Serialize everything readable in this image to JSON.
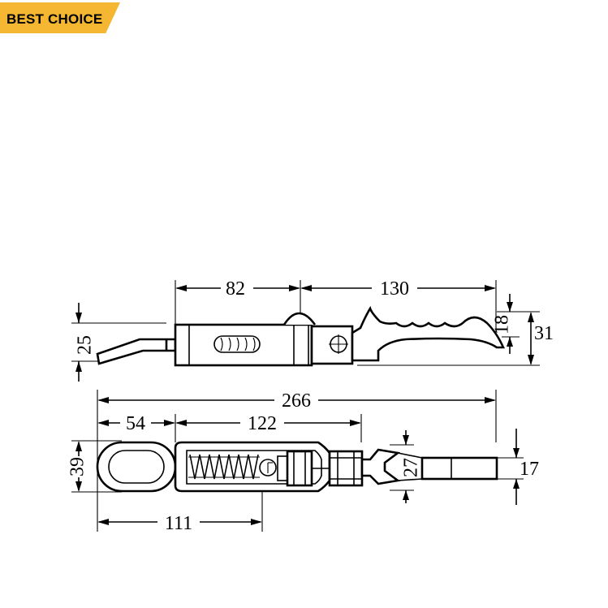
{
  "badge": {
    "label": "BEST CHOICE",
    "color": "#f5b731"
  },
  "top_view": {
    "dims": {
      "a": "82",
      "b": "130",
      "height_left": "25",
      "height_right_inner": "18",
      "height_right_outer": "31"
    }
  },
  "bottom_view": {
    "dims": {
      "overall": "266",
      "eye": "54",
      "body": "122",
      "to_pin": "111",
      "eye_height": "39",
      "hook_gap": "27",
      "tail_height": "17"
    }
  }
}
